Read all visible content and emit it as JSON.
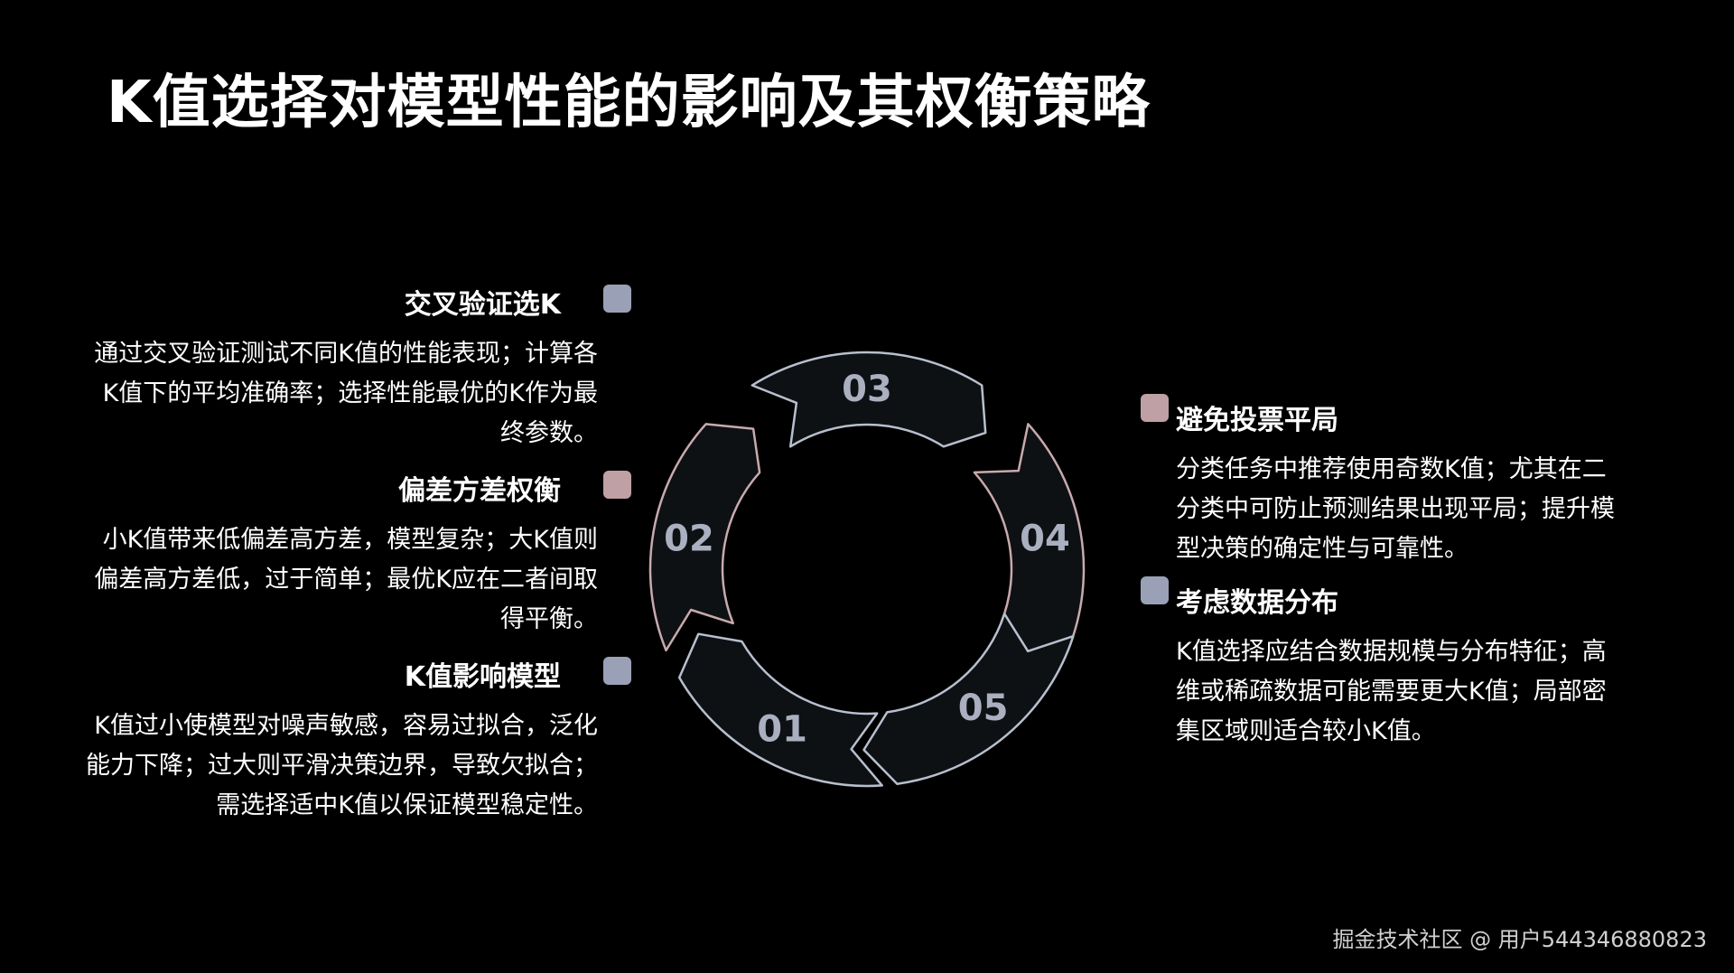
{
  "title": "K值选择对模型性能的影响及其权衡策略",
  "colors": {
    "blue_square": "#9aa1b6",
    "pink_square": "#bfa0a4",
    "segment_fill": "#0d1114",
    "segment_stroke_blue": "#b8bfce",
    "segment_stroke_pink": "#c8aaad",
    "number_color": "#aab0bf"
  },
  "left_items": [
    {
      "heading": "交叉验证选K",
      "desc": "通过交叉验证测试不同K值的性能表现；计算各K值下的平均准确率；选择性能最优的K作为最终参数。",
      "square_color": "#9aa1b6"
    },
    {
      "heading": "偏差方差权衡",
      "desc": "小K值带来低偏差高方差，模型复杂；大K值则偏差高方差低，过于简单；最优K应在二者间取得平衡。",
      "square_color": "#bfa0a4"
    },
    {
      "heading": "K值影响模型",
      "desc": "K值过小使模型对噪声敏感，容易过拟合，泛化能力下降；过大则平滑决策边界，导致欠拟合；需选择适中K值以保证模型稳定性。",
      "square_color": "#9aa1b6"
    }
  ],
  "right_items": [
    {
      "heading": "避免投票平局",
      "desc": "分类任务中推荐使用奇数K值；尤其在二分类中可防止预测结果出现平局；提升模型决策的确定性与可靠性。",
      "square_color": "#bfa0a4"
    },
    {
      "heading": "考虑数据分布",
      "desc": "K值选择应结合数据规模与分布特征；高维或稀疏数据可能需要更大K值；局部密集区域则适合较小K值。",
      "square_color": "#9aa1b6"
    }
  ],
  "cycle": {
    "segments": [
      {
        "label": "01",
        "stroke": "#b8bfce"
      },
      {
        "label": "02",
        "stroke": "#c8aaad"
      },
      {
        "label": "03",
        "stroke": "#b8bfce"
      },
      {
        "label": "04",
        "stroke": "#c8aaad"
      },
      {
        "label": "05",
        "stroke": "#b8bfce"
      }
    ]
  },
  "watermark": "掘金技术社区 @ 用户544346880823"
}
